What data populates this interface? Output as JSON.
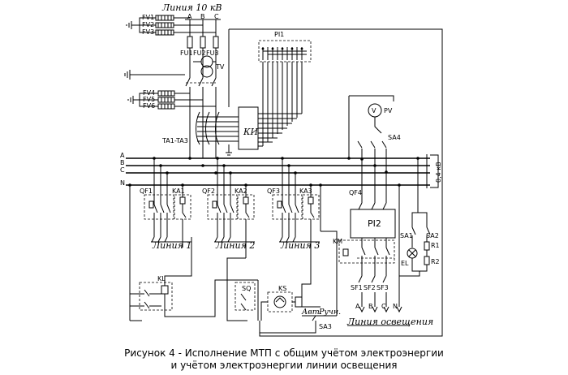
{
  "labels": {
    "line_10kv": "Линия 10 кВ",
    "phase_a": "A",
    "phase_b": "B",
    "phase_c": "C",
    "fv1": "FV1",
    "fv2": "FV2",
    "fv3": "FV3",
    "fu1": "FU1",
    "fu2": "FU2",
    "fu3": "FU3",
    "tv": "TV",
    "pi1": "PI1",
    "fv4": "FV4",
    "fv5": "FV5",
    "fv6": "FV6",
    "ki": "КИ",
    "ta": "TA1-TA3",
    "pv": "PV",
    "v": "V",
    "sa4": "SA4",
    "bus_a": "A",
    "bus_b": "B",
    "bus_c": "C",
    "bus_n": "N",
    "kv04": "0,4 кВ",
    "qf1": "QF1",
    "ka1": "KA1",
    "qf2": "QF2",
    "ka2": "KA2",
    "qf3": "QF3",
    "ka3": "KA3",
    "qf4": "QF4",
    "line1": "Линия 1",
    "line2": "Линия 2",
    "line3": "Линия 3",
    "pi2": "PI2",
    "km": "KM",
    "sa1": "SA1",
    "sa2": "SA2",
    "r1": "R1",
    "r2": "R2",
    "el": "EL",
    "kl": "KL",
    "sq": "SQ",
    "ks": "KS",
    "avt": "Авт.",
    "ruchn": "Ручн.",
    "sa3": "SA3",
    "sf1": "SF1",
    "sf2": "SF2",
    "sf3": "SF3",
    "out_a": "A",
    "out_b": "B",
    "out_c": "C",
    "out_n": "N",
    "lighting": "Линия освещения"
  },
  "caption": {
    "line1": "Рисунок 4 - Исполнение МТП с общим учётом электроэнергии",
    "line2": "и учётом электроэнергии линии освещения"
  }
}
